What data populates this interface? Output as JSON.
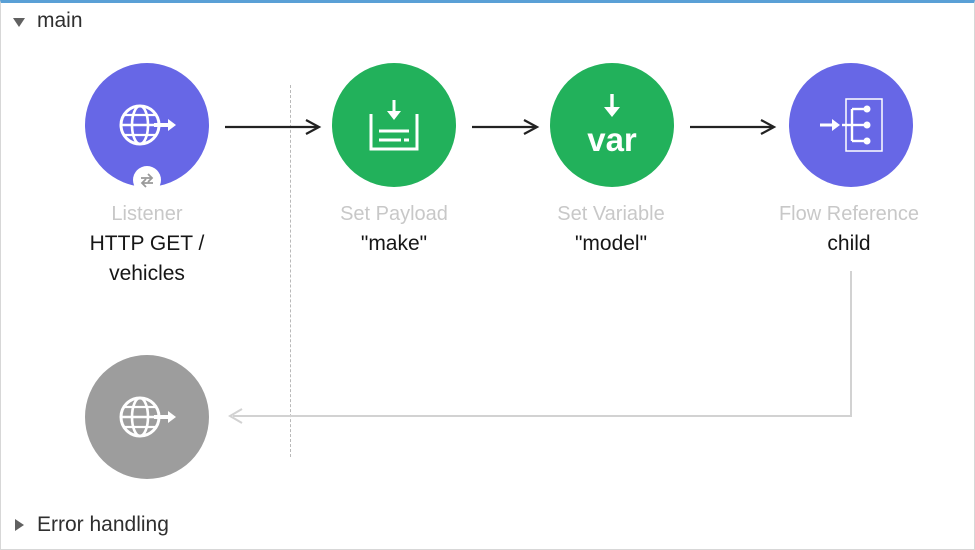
{
  "flow": {
    "name": "main"
  },
  "components": [
    {
      "kind": "Listener",
      "detail": "HTTP GET /\nvehicles",
      "icon": "globe-arrow-icon",
      "color": "#6767e6"
    },
    {
      "kind": "Set Payload",
      "detail": "\"make\"",
      "icon": "set-payload-icon",
      "color": "#22b15b"
    },
    {
      "kind": "Set Variable",
      "detail": "\"model\"",
      "icon": "set-variable-icon",
      "icon_text": "var",
      "color": "#22b15b"
    },
    {
      "kind": "Flow Reference",
      "detail": "child",
      "icon": "flow-reference-icon",
      "color": "#6767e6"
    }
  ],
  "response_node": {
    "icon": "globe-arrow-icon",
    "color": "#9d9d9d"
  },
  "error_handling": {
    "label": "Error handling"
  }
}
